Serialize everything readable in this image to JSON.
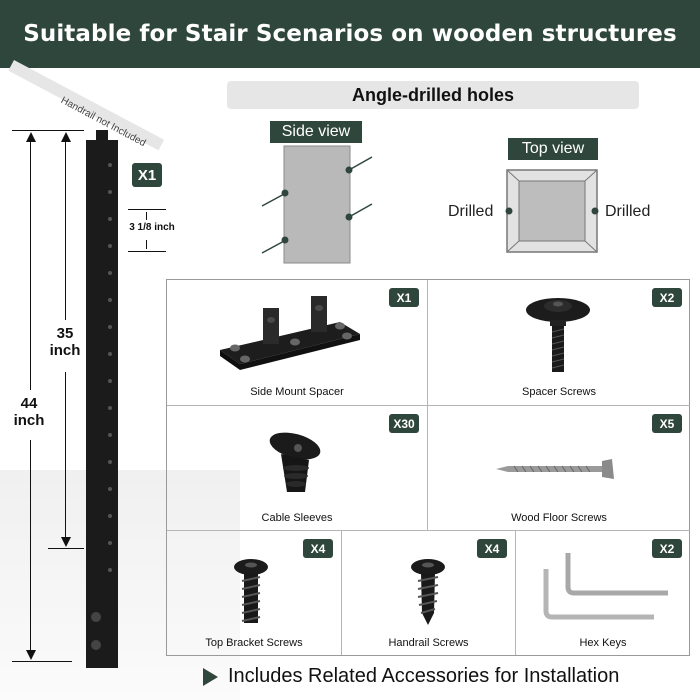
{
  "header": {
    "title": "Suitable for Stair Scenarios on wooden structures"
  },
  "post": {
    "handrail_note": "Handrail not Included",
    "quantity_badge": "X1",
    "hole_spacing": "3 1/8 inch",
    "height_inner": [
      "35",
      "inch"
    ],
    "height_outer": [
      "44",
      "inch"
    ]
  },
  "angle_drilled": {
    "title": "Angle-drilled holes",
    "side_view_label": "Side view",
    "top_view_label": "Top view",
    "left_label": "Drilled",
    "right_label": "Drilled"
  },
  "accessories": [
    {
      "name": "Side Mount Spacer",
      "qty": "X1",
      "icon": "side-mount-spacer-icon"
    },
    {
      "name": "Spacer Screws",
      "qty": "X2",
      "icon": "spacer-screw-icon"
    },
    {
      "name": "Cable Sleeves",
      "qty": "X30",
      "icon": "cable-sleeve-icon"
    },
    {
      "name": "Wood Floor Screws",
      "qty": "X5",
      "icon": "wood-screw-icon"
    },
    {
      "name": "Top Bracket Screws",
      "qty": "X4",
      "icon": "bracket-screw-icon"
    },
    {
      "name": "Handrail Screws",
      "qty": "X4",
      "icon": "handrail-screw-icon"
    },
    {
      "name": "Hex Keys",
      "qty": "X2",
      "icon": "hex-key-icon"
    }
  ],
  "footer": {
    "text": "Includes Related Accessories for Installation"
  },
  "colors": {
    "brand": "#2f463d",
    "post": "#1b1b1b"
  }
}
